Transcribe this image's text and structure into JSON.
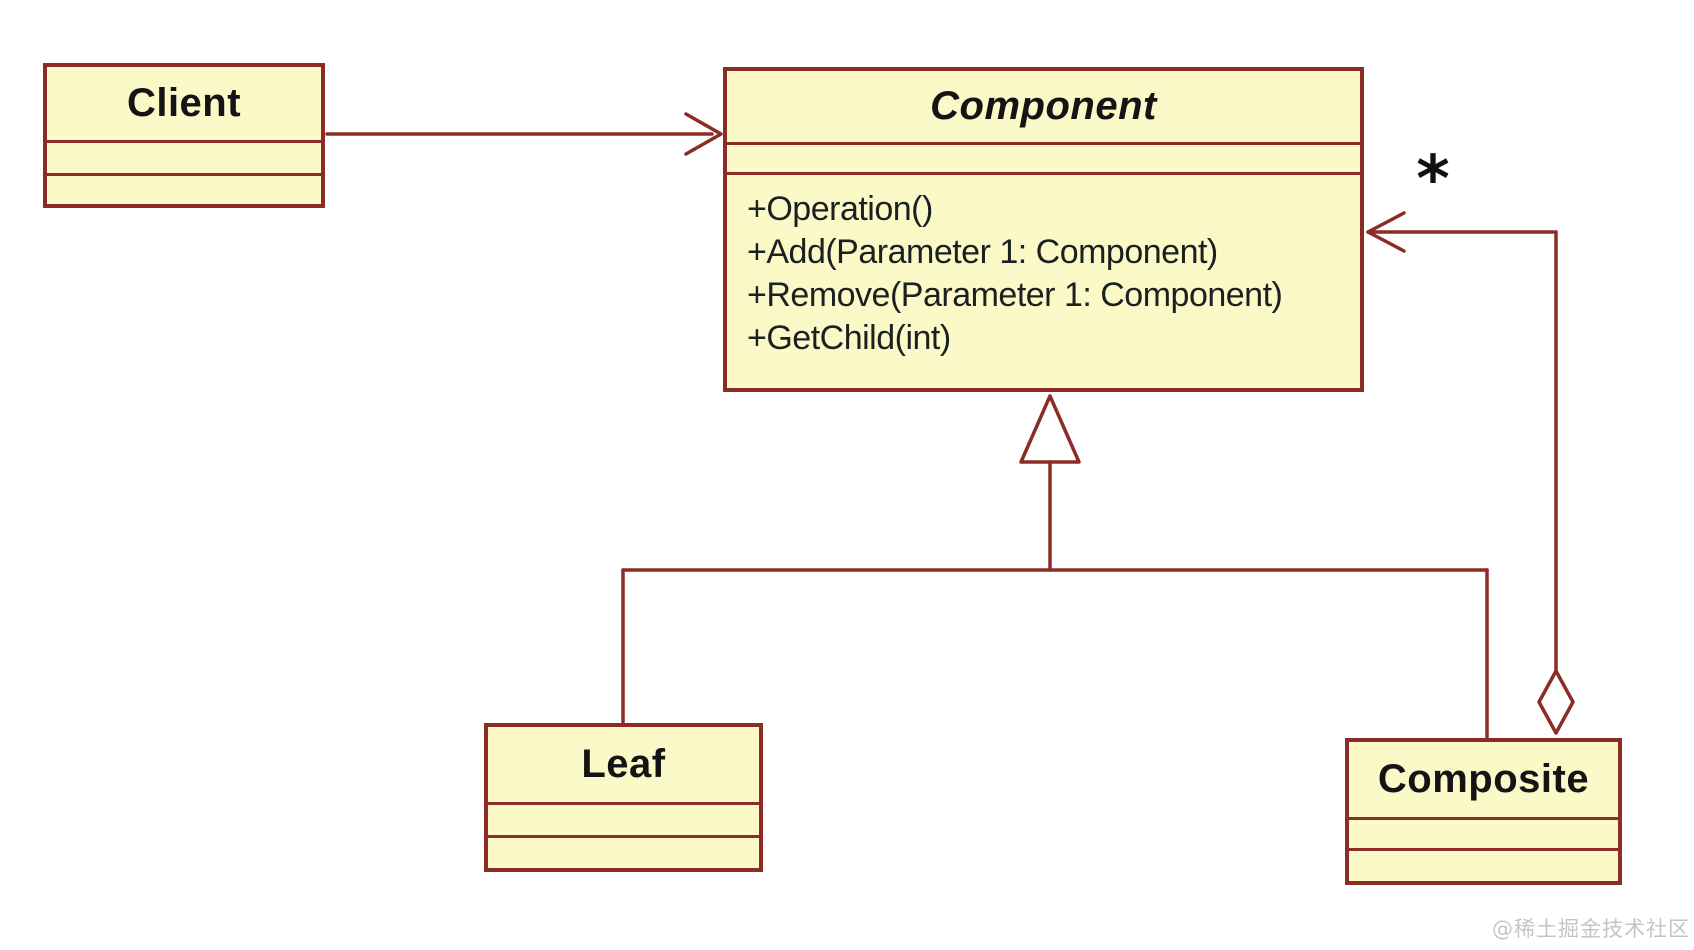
{
  "diagram": {
    "type": "uml-class-diagram",
    "pattern": "Composite",
    "classes": {
      "client": {
        "name": "Client",
        "abstract": false,
        "attributes": [],
        "operations": []
      },
      "component": {
        "name": "Component",
        "abstract": true,
        "attributes": [],
        "operations": [
          "+Operation()",
          "+Add(Parameter 1: Component)",
          "+Remove(Parameter 1: Component)",
          "+GetChild(int)"
        ]
      },
      "leaf": {
        "name": "Leaf",
        "abstract": false,
        "attributes": [],
        "operations": []
      },
      "composite": {
        "name": "Composite",
        "abstract": false,
        "attributes": [],
        "operations": []
      }
    },
    "relationships": [
      {
        "type": "association",
        "from": "Client",
        "to": "Component"
      },
      {
        "type": "generalization",
        "from": "Leaf",
        "to": "Component"
      },
      {
        "type": "generalization",
        "from": "Composite",
        "to": "Component"
      },
      {
        "type": "aggregation",
        "whole": "Composite",
        "part": "Component",
        "multiplicity": "*"
      }
    ],
    "aggregation": {
      "multiplicity": "*"
    },
    "watermark": "@稀土掘金技术社区",
    "colors": {
      "box_fill": "#fbf9c8",
      "box_border": "#8b2d26",
      "line": "#8b2d26",
      "text": "#1b2020",
      "watermark": "#c5c5c5",
      "background": "#ffffff"
    }
  }
}
